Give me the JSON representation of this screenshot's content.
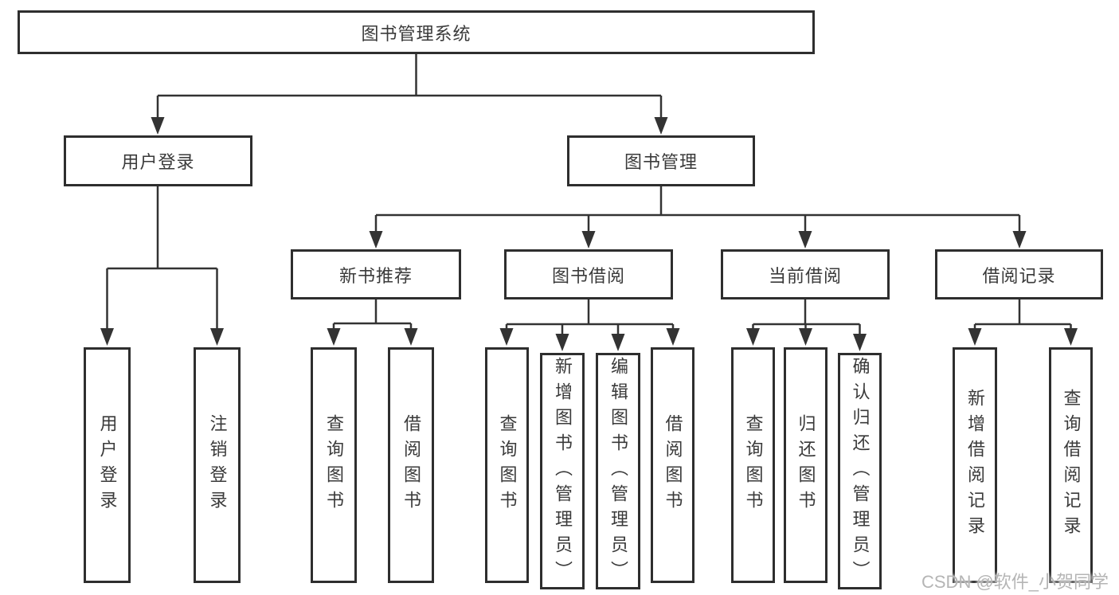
{
  "diagram": {
    "title": "图书管理系统",
    "type": "hierarchy-tree",
    "colors": {
      "line": "#333333",
      "box_border": "#2e2e2e",
      "text": "#3a3a3a",
      "background": "#ffffff",
      "watermark": "#b5b5b5"
    },
    "tree": {
      "root": {
        "label": "图书管理系统"
      },
      "branches": [
        {
          "label": "用户登录",
          "children": [
            {
              "label": "用户登录"
            },
            {
              "label": "注销登录"
            }
          ]
        },
        {
          "label": "图书管理",
          "children": [
            {
              "label": "新书推荐",
              "children": [
                {
                  "label": "查询图书"
                },
                {
                  "label": "借阅图书"
                }
              ]
            },
            {
              "label": "图书借阅",
              "children": [
                {
                  "label": "查询图书"
                },
                {
                  "label": "新增图书（管理员）"
                },
                {
                  "label": "编辑图书（管理员）"
                },
                {
                  "label": "借阅图书"
                }
              ]
            },
            {
              "label": "当前借阅",
              "children": [
                {
                  "label": "查询图书"
                },
                {
                  "label": "归还图书"
                },
                {
                  "label": "确认归还（管理员）"
                }
              ]
            },
            {
              "label": "借阅记录",
              "children": [
                {
                  "label": "新增借阅记录"
                },
                {
                  "label": "查询借阅记录"
                }
              ]
            }
          ]
        }
      ]
    },
    "watermark": {
      "text": "CSDN @软件_小贺同学"
    }
  }
}
